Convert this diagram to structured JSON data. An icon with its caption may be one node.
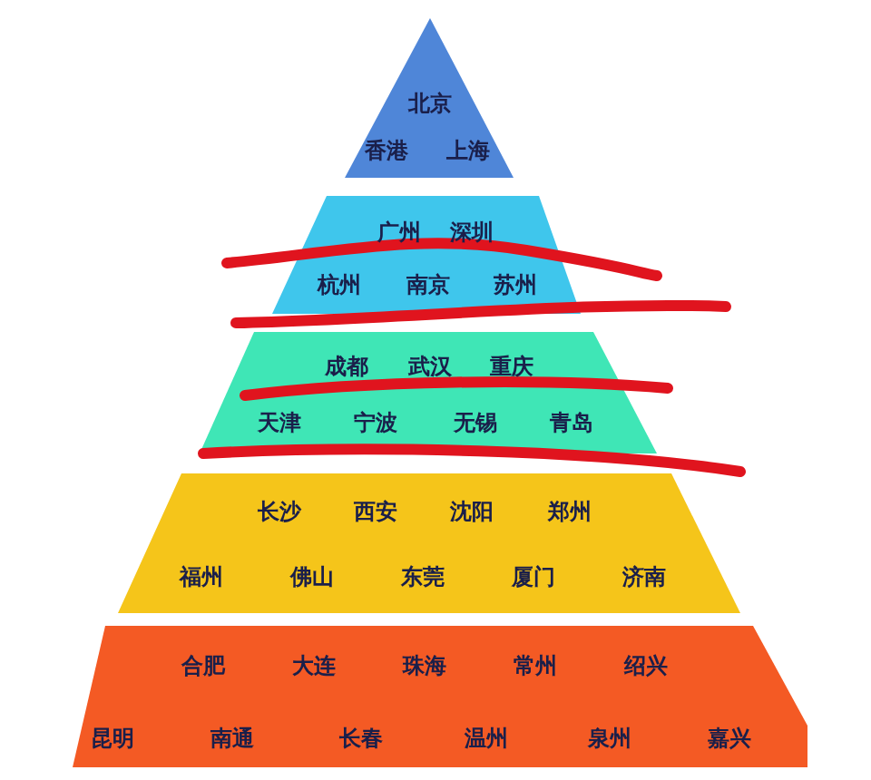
{
  "diagram": {
    "nodes": [
      {
        "text": [
          "北京",
          "香港",
          "上海"
        ]
      },
      {
        "text": [
          "广州",
          "深圳",
          "杭州",
          "南京",
          "苏州"
        ]
      },
      {
        "text": [
          "成都",
          "武汉",
          "重庆",
          "天津",
          "宁波",
          "无锡",
          "青岛"
        ]
      },
      {
        "text": [
          "长沙",
          "西安",
          "沈阳",
          "郑州",
          "福州",
          "佛山",
          "东莞",
          "厦门",
          "济南"
        ]
      },
      {
        "text": [
          "合肥",
          "大连",
          "珠海",
          "常州",
          "绍兴",
          "昆明",
          "南通",
          "长春",
          "温州",
          "泉州",
          "嘉兴"
        ]
      }
    ]
  }
}
